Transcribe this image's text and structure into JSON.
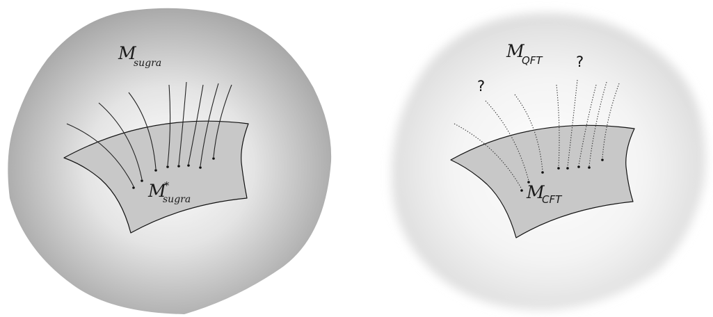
{
  "left_panel": {
    "outer_label": {
      "main": "M",
      "sub": "sugra"
    },
    "surface_label": {
      "main": "M",
      "star": "*",
      "sub": "sugra"
    }
  },
  "right_panel": {
    "outer_label": {
      "main": "M",
      "sub": "QFT"
    },
    "surface_label": {
      "main": "M",
      "sub": "CFT"
    },
    "question_marks": [
      "?",
      "?"
    ]
  },
  "colors": {
    "outer_region_left": "#a6a6a6",
    "outer_region_right": "#dcdcdc",
    "surface_fill": "#c8c8c8",
    "stroke": "#111111"
  }
}
